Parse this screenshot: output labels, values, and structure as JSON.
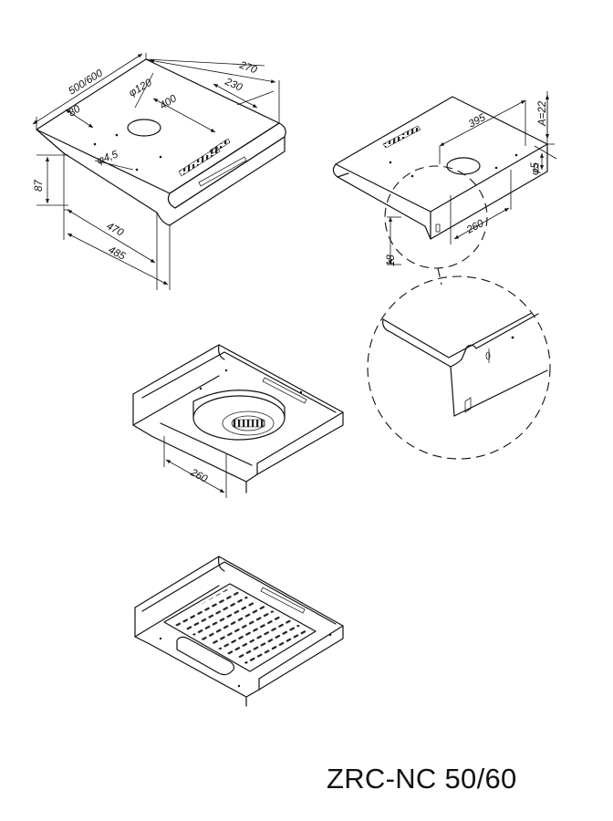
{
  "title": "ZRC-NC 50/60",
  "dimensions": {
    "width": "500/600",
    "depth_total": "270",
    "depth_mid": "230",
    "outlet_offset": "80",
    "outlet_diameter": "φ120",
    "outlet_to_back": "400",
    "hole_diameter": "φ4,5",
    "height": "87",
    "inner_width": "470",
    "outer_width": "485",
    "rear_width": "395",
    "a_value": "A=22",
    "bracket_hole": "φ5",
    "rear_depth": "260",
    "front_height": "18",
    "fan_depth": "260"
  }
}
